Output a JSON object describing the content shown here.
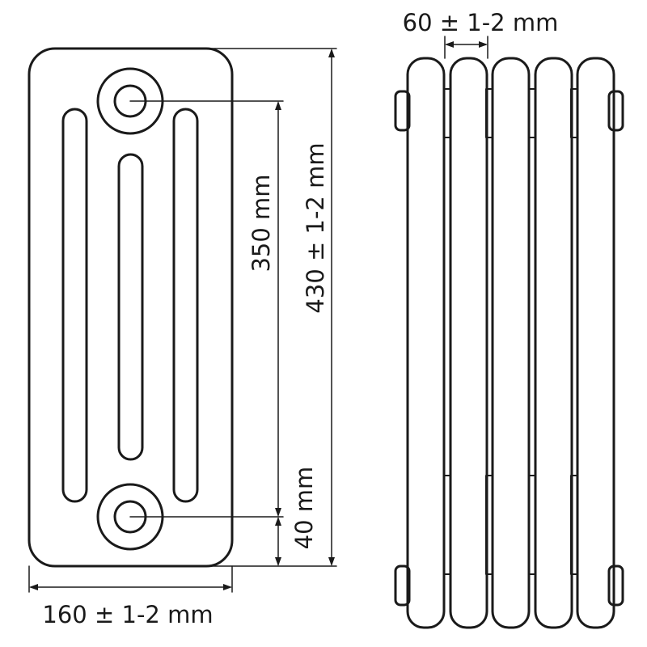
{
  "dimensions": {
    "width_total": "160 ± 1-2 mm",
    "height_total": "430 ± 1-2 mm",
    "pipe_spacing": "350 mm",
    "bottom_offset": "40 mm",
    "section_width": "60 ± 1-2 mm"
  },
  "colors": {
    "line": "#1a1a1a",
    "background": "#ffffff"
  }
}
